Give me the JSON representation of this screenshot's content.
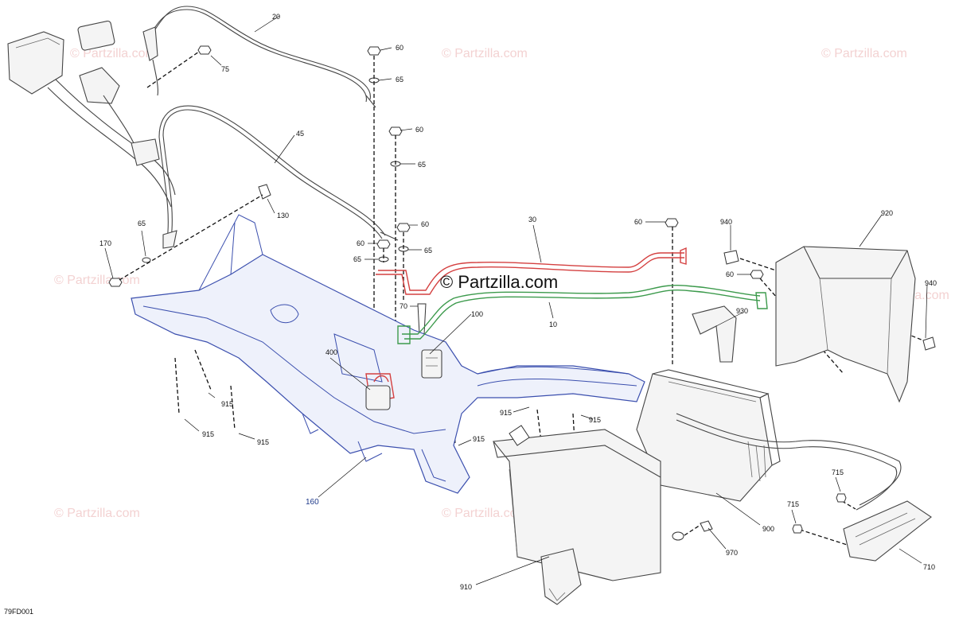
{
  "watermarks": {
    "small": "© Partzilla.com",
    "main": "© Partzilla.com"
  },
  "diagram_code": "79FD001",
  "callouts": {
    "c20": "20",
    "c75": "75",
    "c60a": "60",
    "c65a": "65",
    "c60b": "60",
    "c65b": "65",
    "c45": "45",
    "c130": "130",
    "c65c": "65",
    "c170": "170",
    "c60c": "60",
    "c65d": "65",
    "c60d": "60",
    "c65e": "65",
    "c30": "30",
    "c60e": "60",
    "c940a": "940",
    "c920": "920",
    "c60f": "60",
    "c940b": "940",
    "c70": "70",
    "c100": "100",
    "c10": "10",
    "c930": "930",
    "c400": "400",
    "c915a": "915",
    "c915b": "915",
    "c915c": "915",
    "c915d": "915",
    "c915e": "915",
    "c160": "160",
    "c715a": "715",
    "c715b": "715",
    "c900": "900",
    "c970": "970",
    "c910": "910",
    "c710": "710"
  },
  "colors": {
    "frame": "#3b4fae",
    "positive_cable": "#d44040",
    "ground_cable": "#3c9a4c",
    "watermark": "#f3d2d2"
  }
}
